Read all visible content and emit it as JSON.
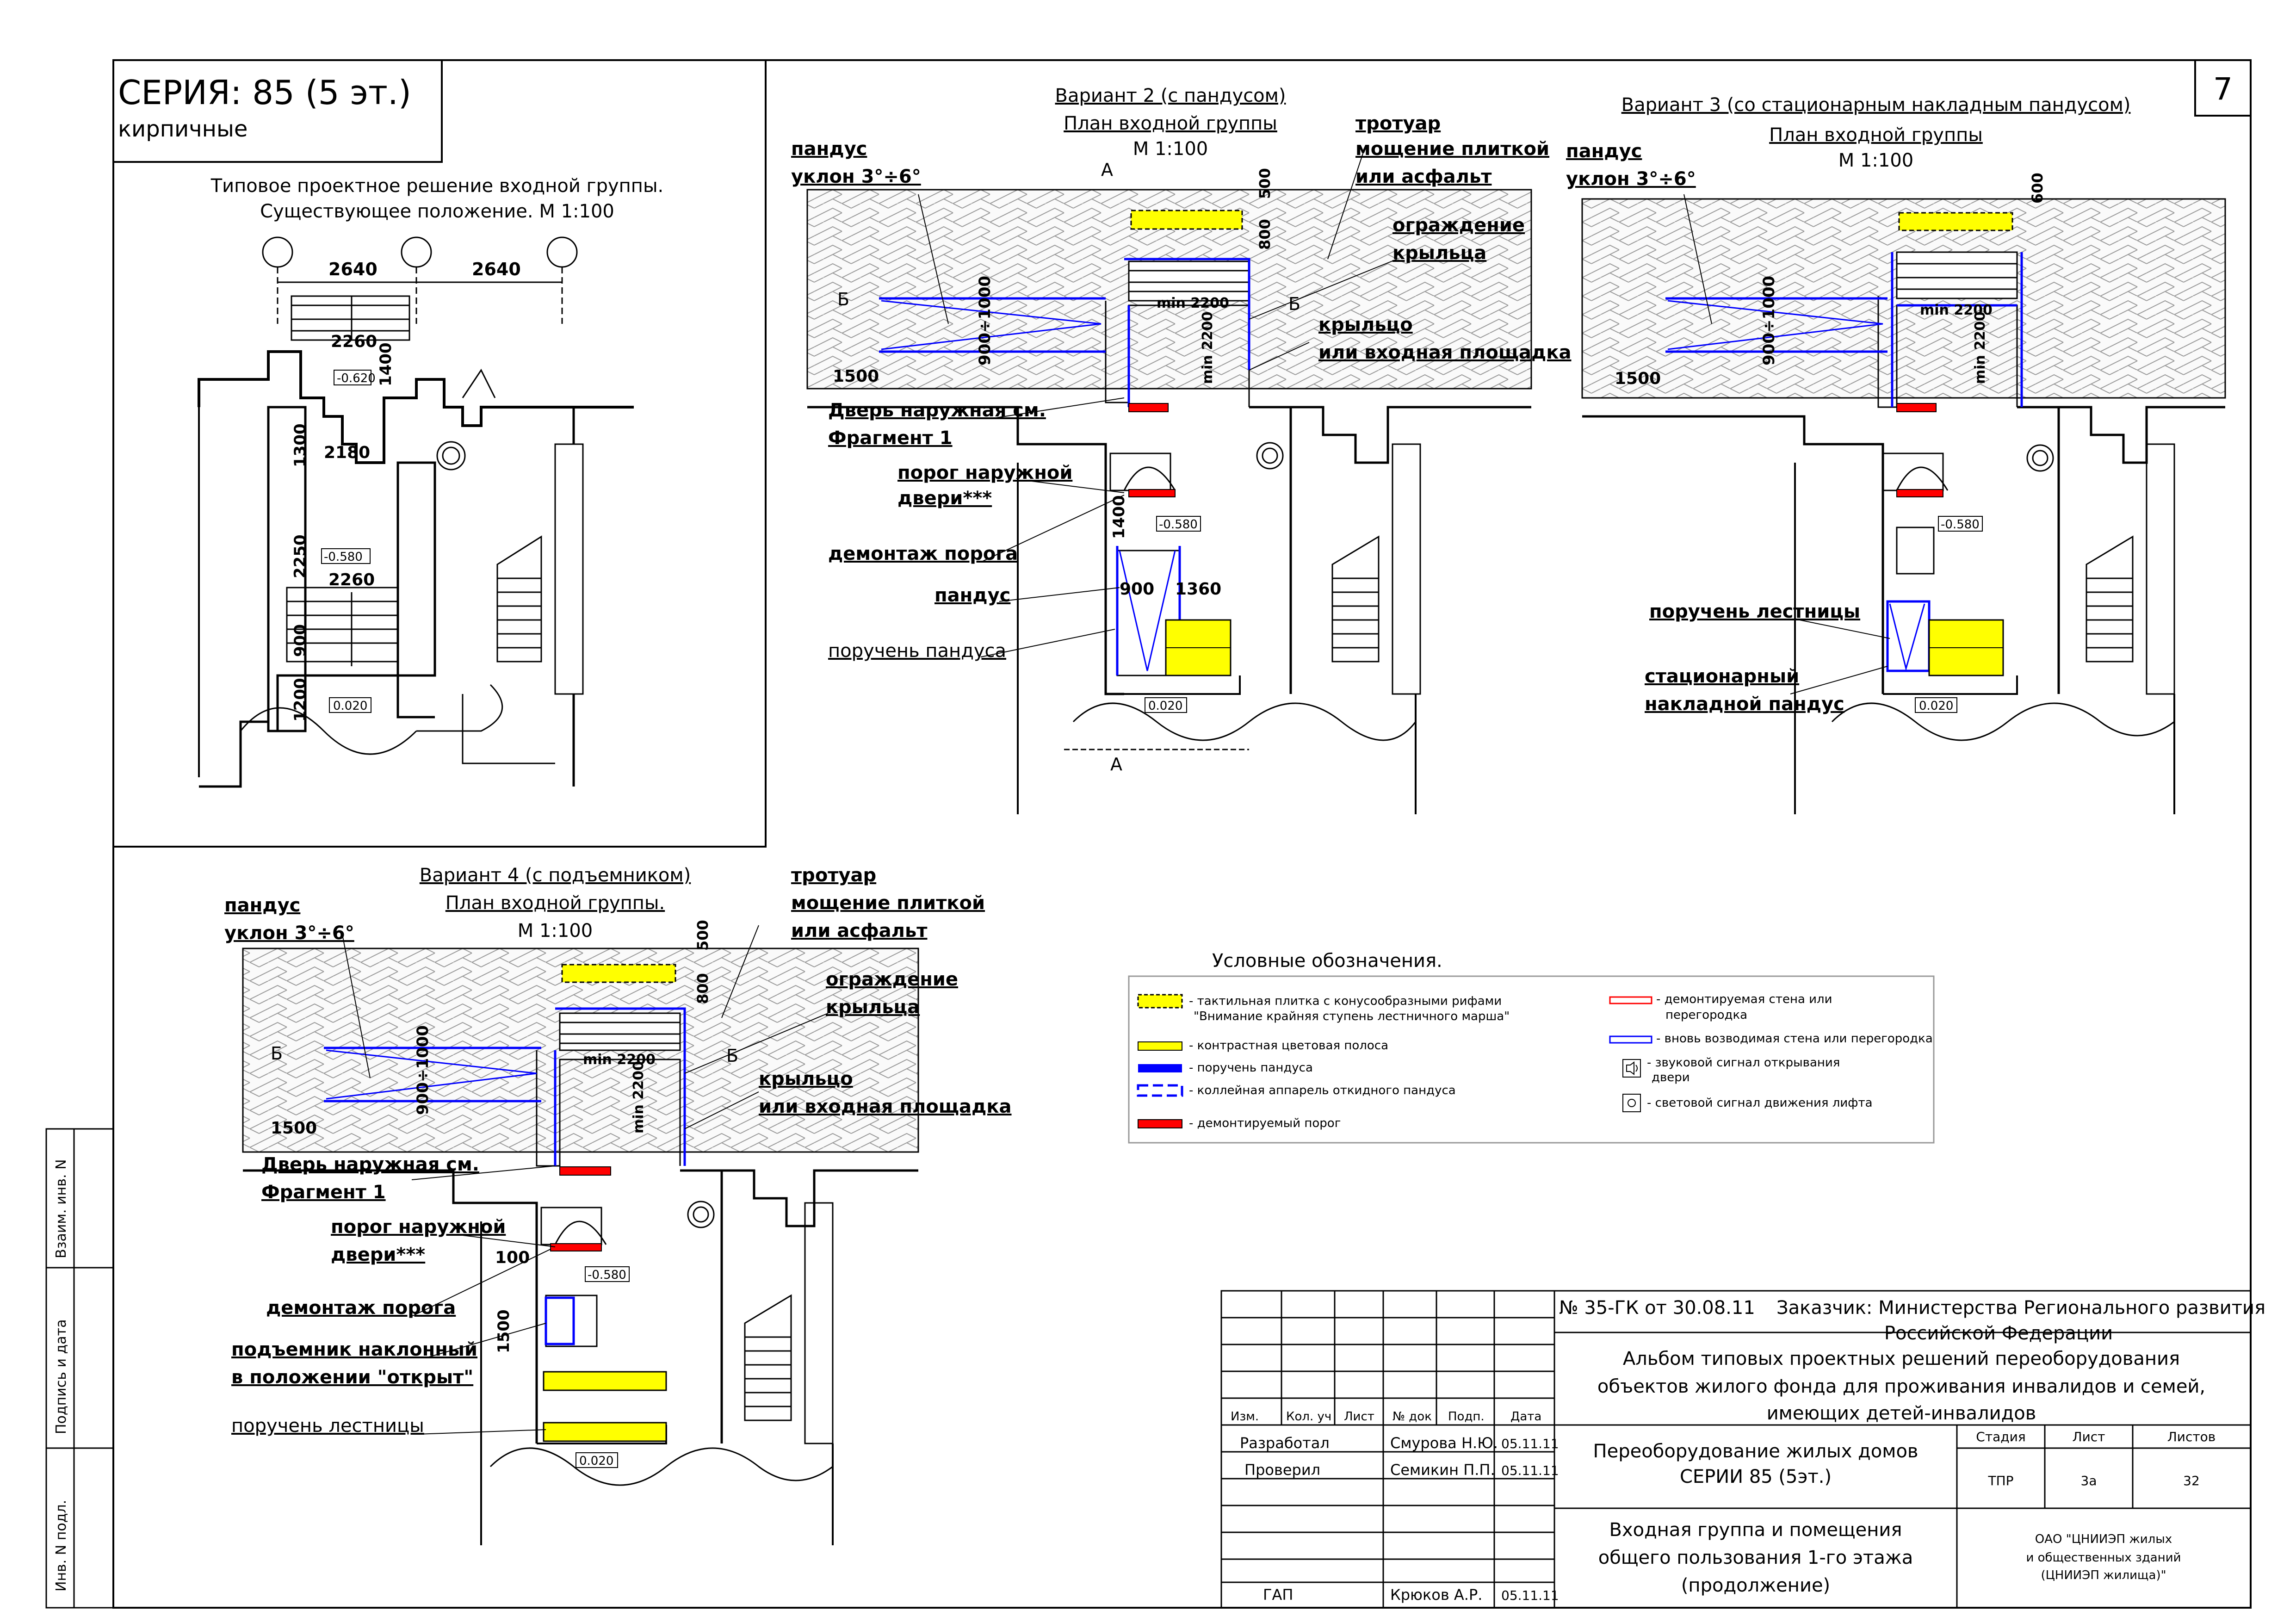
{
  "sheet_number": "7",
  "series": {
    "title": "СЕРИЯ: 85 (5 эт.)",
    "subtitle": "кирпичные"
  },
  "existing": {
    "title1": "Типовое проектное решение входной группы.",
    "title2": "Существующее положение. М 1:100",
    "dim_2640a": "2640",
    "dim_2640b": "2640",
    "dim_2260a": "2260",
    "dim_1400": "1400",
    "lvl_620": "-0.620",
    "dim_1300": "1300",
    "dim_2180": "2180",
    "dim_2250": "2250",
    "lvl_580": "-0.580",
    "dim_2260b": "2260",
    "dim_900": "900",
    "dim_1200": "1200",
    "lvl_020": "0.020"
  },
  "variant2": {
    "title1": "Вариант 2 (с пандусом)",
    "title2": "План входной группы",
    "scale": "М 1:100",
    "ramp_label1": "пандус",
    "ramp_label2": "уклон 3°÷6°",
    "sidewalk1": "тротуар",
    "sidewalk2": "мощение плиткой",
    "sidewalk3": "или асфальт",
    "fence1": "ограждение",
    "fence2": "крыльца",
    "porch1": "крыльцо",
    "porch2": "или входная площадка",
    "door1": "Дверь наружная см.",
    "door2": "Фрагмент 1",
    "threshold1": "порог наружной",
    "threshold2": "двери***",
    "dismantle": "демонтаж порога",
    "ramp": "пандус",
    "handrail": "поручень пандуса",
    "sec_a": "А",
    "sec_b": "Б",
    "dim_500": "500",
    "dim_800": "800",
    "dim_min2200a": "min 2200",
    "dim_min2200b": "min 2200",
    "dim_900_1000": "900÷1000",
    "dim_1500": "1500",
    "dim_1400": "1400",
    "dim_900": "900",
    "dim_1360": "1360",
    "lvl_580": "-0.580",
    "lvl_020": "0.020"
  },
  "variant3": {
    "title1": "Вариант 3 (со стационарным накладным пандусом)",
    "title2": "План входной группы",
    "scale": "М 1:100",
    "ramp_label1": "пандус",
    "ramp_label2": "уклон 3°÷6°",
    "handrail": "поручень лестницы",
    "stat1": "стационарный",
    "stat2": "накладной пандус",
    "dim_600": "600",
    "dim_min2200a": "min 2200",
    "dim_min2200b": "min 2200",
    "dim_900_1000": "900÷1000",
    "dim_1500": "1500",
    "lvl_580": "-0.580",
    "lvl_020": "0.020"
  },
  "variant4": {
    "title1": "Вариант 4 (с подъемником)",
    "title2": "План входной группы.",
    "scale": "М 1:100",
    "ramp_label1": "пандус",
    "ramp_label2": "уклон 3°÷6°",
    "sidewalk1": "тротуар",
    "sidewalk2": "мощение плиткой",
    "sidewalk3": "или асфальт",
    "fence1": "ограждение",
    "fence2": "крыльца",
    "porch1": "крыльцо",
    "porch2": "или входная площадка",
    "door1": "Дверь наружная см.",
    "door2": "Фрагмент 1",
    "threshold1": "порог наружной",
    "threshold2": "двери***",
    "dismantle": "демонтаж порога",
    "lift1": "подъемник наклонный",
    "lift2": "в положении \"открыт\"",
    "handrail": "поручень лестницы",
    "sec_b": "Б",
    "dim_500": "500",
    "dim_800": "800",
    "dim_min2200a": "min 2200",
    "dim_min2200b": "min 2200",
    "dim_900_1000": "900÷1000",
    "dim_1500a": "1500",
    "dim_100": "100",
    "dim_1500b": "1500",
    "lvl_580": "-0.580",
    "lvl_020": "0.020"
  },
  "legend": {
    "title": "Условные обозначения.",
    "items": [
      "- тактильная плитка с конусообразными рифами",
      "\"Внимание крайняя ступень лестничного марша\"",
      "- контрастная цветовая полоса",
      "- поручень пандуса",
      "- коллейная аппарель откидного пандуса",
      "- демонтируемый порог",
      "- демонтируемая стена или",
      "перегородка",
      "- вновь возводимая стена или перегородка",
      "- звуковой сигнал открывания",
      "двери",
      "- световой сигнал движения лифта"
    ],
    "colors": {
      "yellow": "#ffff00",
      "blue": "#0000ff",
      "red": "#ff0000"
    }
  },
  "stamp": {
    "contract": "№ 35-ГК от 30.08.11",
    "customer1": "Заказчик: Министерства Регионального развития",
    "customer2": "Российской Федерации",
    "album1": "Альбом типовых проектных решений переоборудования",
    "album2": "объектов жилого фонда для проживания инвалидов и семей,",
    "album3": "имеющих детей-инвалидов",
    "cols": [
      "Изм.",
      "Кол. уч",
      "Лист",
      "№ док",
      "Подп.",
      "Дата"
    ],
    "row1": {
      "role": "Разработал",
      "name": "Смурова Н.Ю.",
      "date": "05.11.11"
    },
    "row2": {
      "role": "Проверил",
      "name": "Семикин П.П.",
      "date": "05.11.11"
    },
    "row3": {
      "role": "ГАП",
      "name": "Крюков А.Р.",
      "date": "05.11.11"
    },
    "work1": "Переоборудование жилых домов",
    "work2": "СЕРИИ 85 (5эт.)",
    "sheet1": "Входная группа и помещения",
    "sheet2": "общего пользования 1-го этажа",
    "sheet3": "(продолжение)",
    "stage_h": "Стадия",
    "list_h": "Лист",
    "lists_h": "Листов",
    "stage": "ТПР",
    "list": "3а",
    "lists": "32",
    "org1": "ОАО \"ЦНИИЭП жилых",
    "org2": "и общественных зданий",
    "org3": "(ЦНИИЭП жилища)\""
  },
  "side": {
    "inv": "Взаим. инв. N",
    "sign": "Подпись и дата",
    "orig": "Инв. N подл."
  }
}
